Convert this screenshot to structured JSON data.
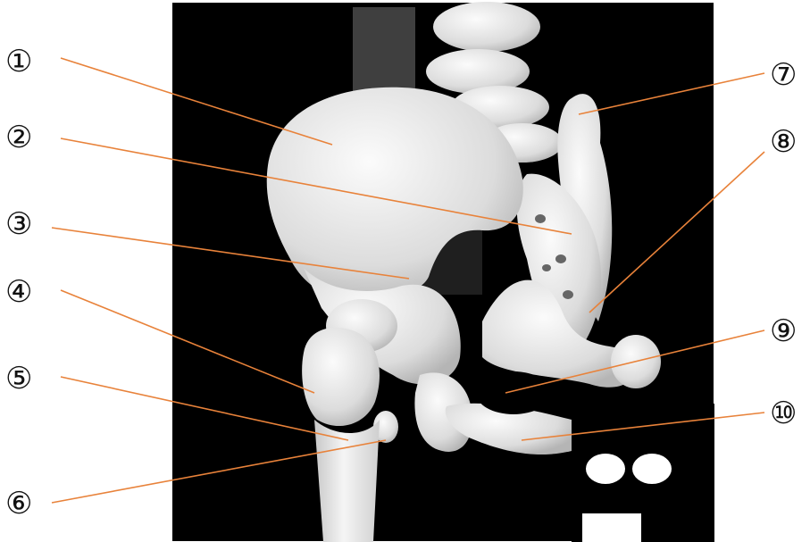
{
  "labels": [
    {
      "id": "1",
      "text": "①"
    },
    {
      "id": "2",
      "text": "②"
    },
    {
      "id": "3",
      "text": "③"
    },
    {
      "id": "4",
      "text": "④"
    },
    {
      "id": "5",
      "text": "⑤"
    },
    {
      "id": "6",
      "text": "⑥"
    },
    {
      "id": "7",
      "text": "⑦"
    },
    {
      "id": "8",
      "text": "⑧"
    },
    {
      "id": "9",
      "text": "⑨"
    },
    {
      "id": "10",
      "text": "⑩"
    }
  ],
  "colors": {
    "background": "#ffffff",
    "scan_background": "#000000",
    "bone": "#e6e6e6",
    "leader_line": "#e8823a",
    "label_text": "#111111"
  }
}
